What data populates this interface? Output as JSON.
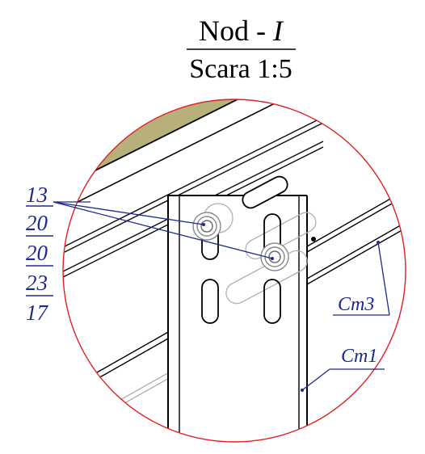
{
  "title": {
    "line1_text": "Nod - ",
    "line1_roman": "I",
    "line2": "Scara 1:5"
  },
  "callouts": {
    "fastener_stack": [
      "13",
      "20",
      "20",
      "23",
      "17"
    ],
    "part_ct3": {
      "text": "Cт3"
    },
    "part_ct1": {
      "text": "Cт1"
    }
  },
  "colors": {
    "circle": "#e02020",
    "annotation": "#1c2a8c",
    "steel_fill": "#b7b07a",
    "lines": "#000000",
    "hidden_lines": "#b0b0b0"
  }
}
